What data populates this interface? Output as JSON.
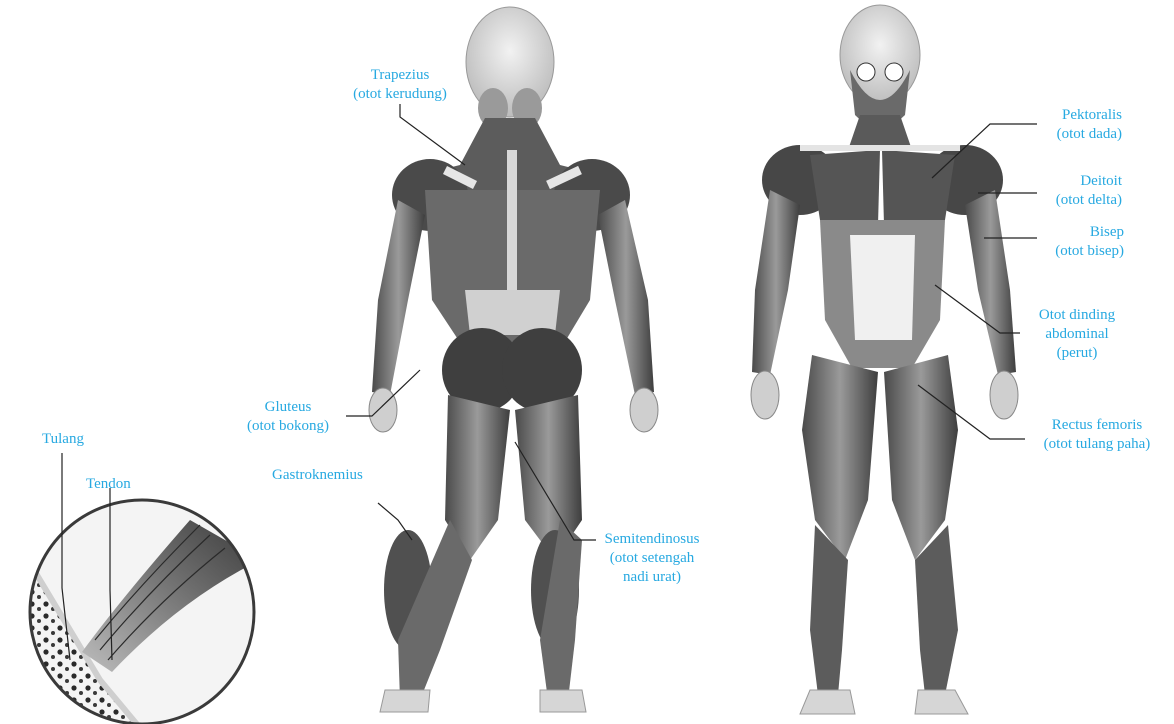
{
  "colors": {
    "label": "#27a9e1",
    "leader": "#222222",
    "muscle_dark": "#3a3a3a",
    "muscle_mid": "#7a7a7a",
    "muscle_light": "#bdbdbd"
  },
  "labels": {
    "trapezius": {
      "line1": "Trapezius",
      "line2": "(otot kerudung)"
    },
    "gluteus": {
      "line1": "Gluteus",
      "line2": "(otot bokong)"
    },
    "gastroknemius": {
      "line1": "Gastroknemius"
    },
    "semitendinosus": {
      "line1": "Semitendinosus",
      "line2": "(otot setengah",
      "line3": "nadi urat)"
    },
    "tulang": {
      "line1": "Tulang"
    },
    "tendon": {
      "line1": "Tendon"
    },
    "pektoralis": {
      "line1": "Pektoralis",
      "line2": "(otot dada)"
    },
    "deltoid": {
      "line1": "Deitoit",
      "line2": "(otot delta)"
    },
    "bisep": {
      "line1": "Bisep",
      "line2": "(otot bisep)"
    },
    "abdominal": {
      "line1": "Otot dinding",
      "line2": "abdominal",
      "line3": "(perut)"
    },
    "rectus": {
      "line1": "Rectus femoris",
      "line2": "(otot tulang paha)"
    }
  }
}
